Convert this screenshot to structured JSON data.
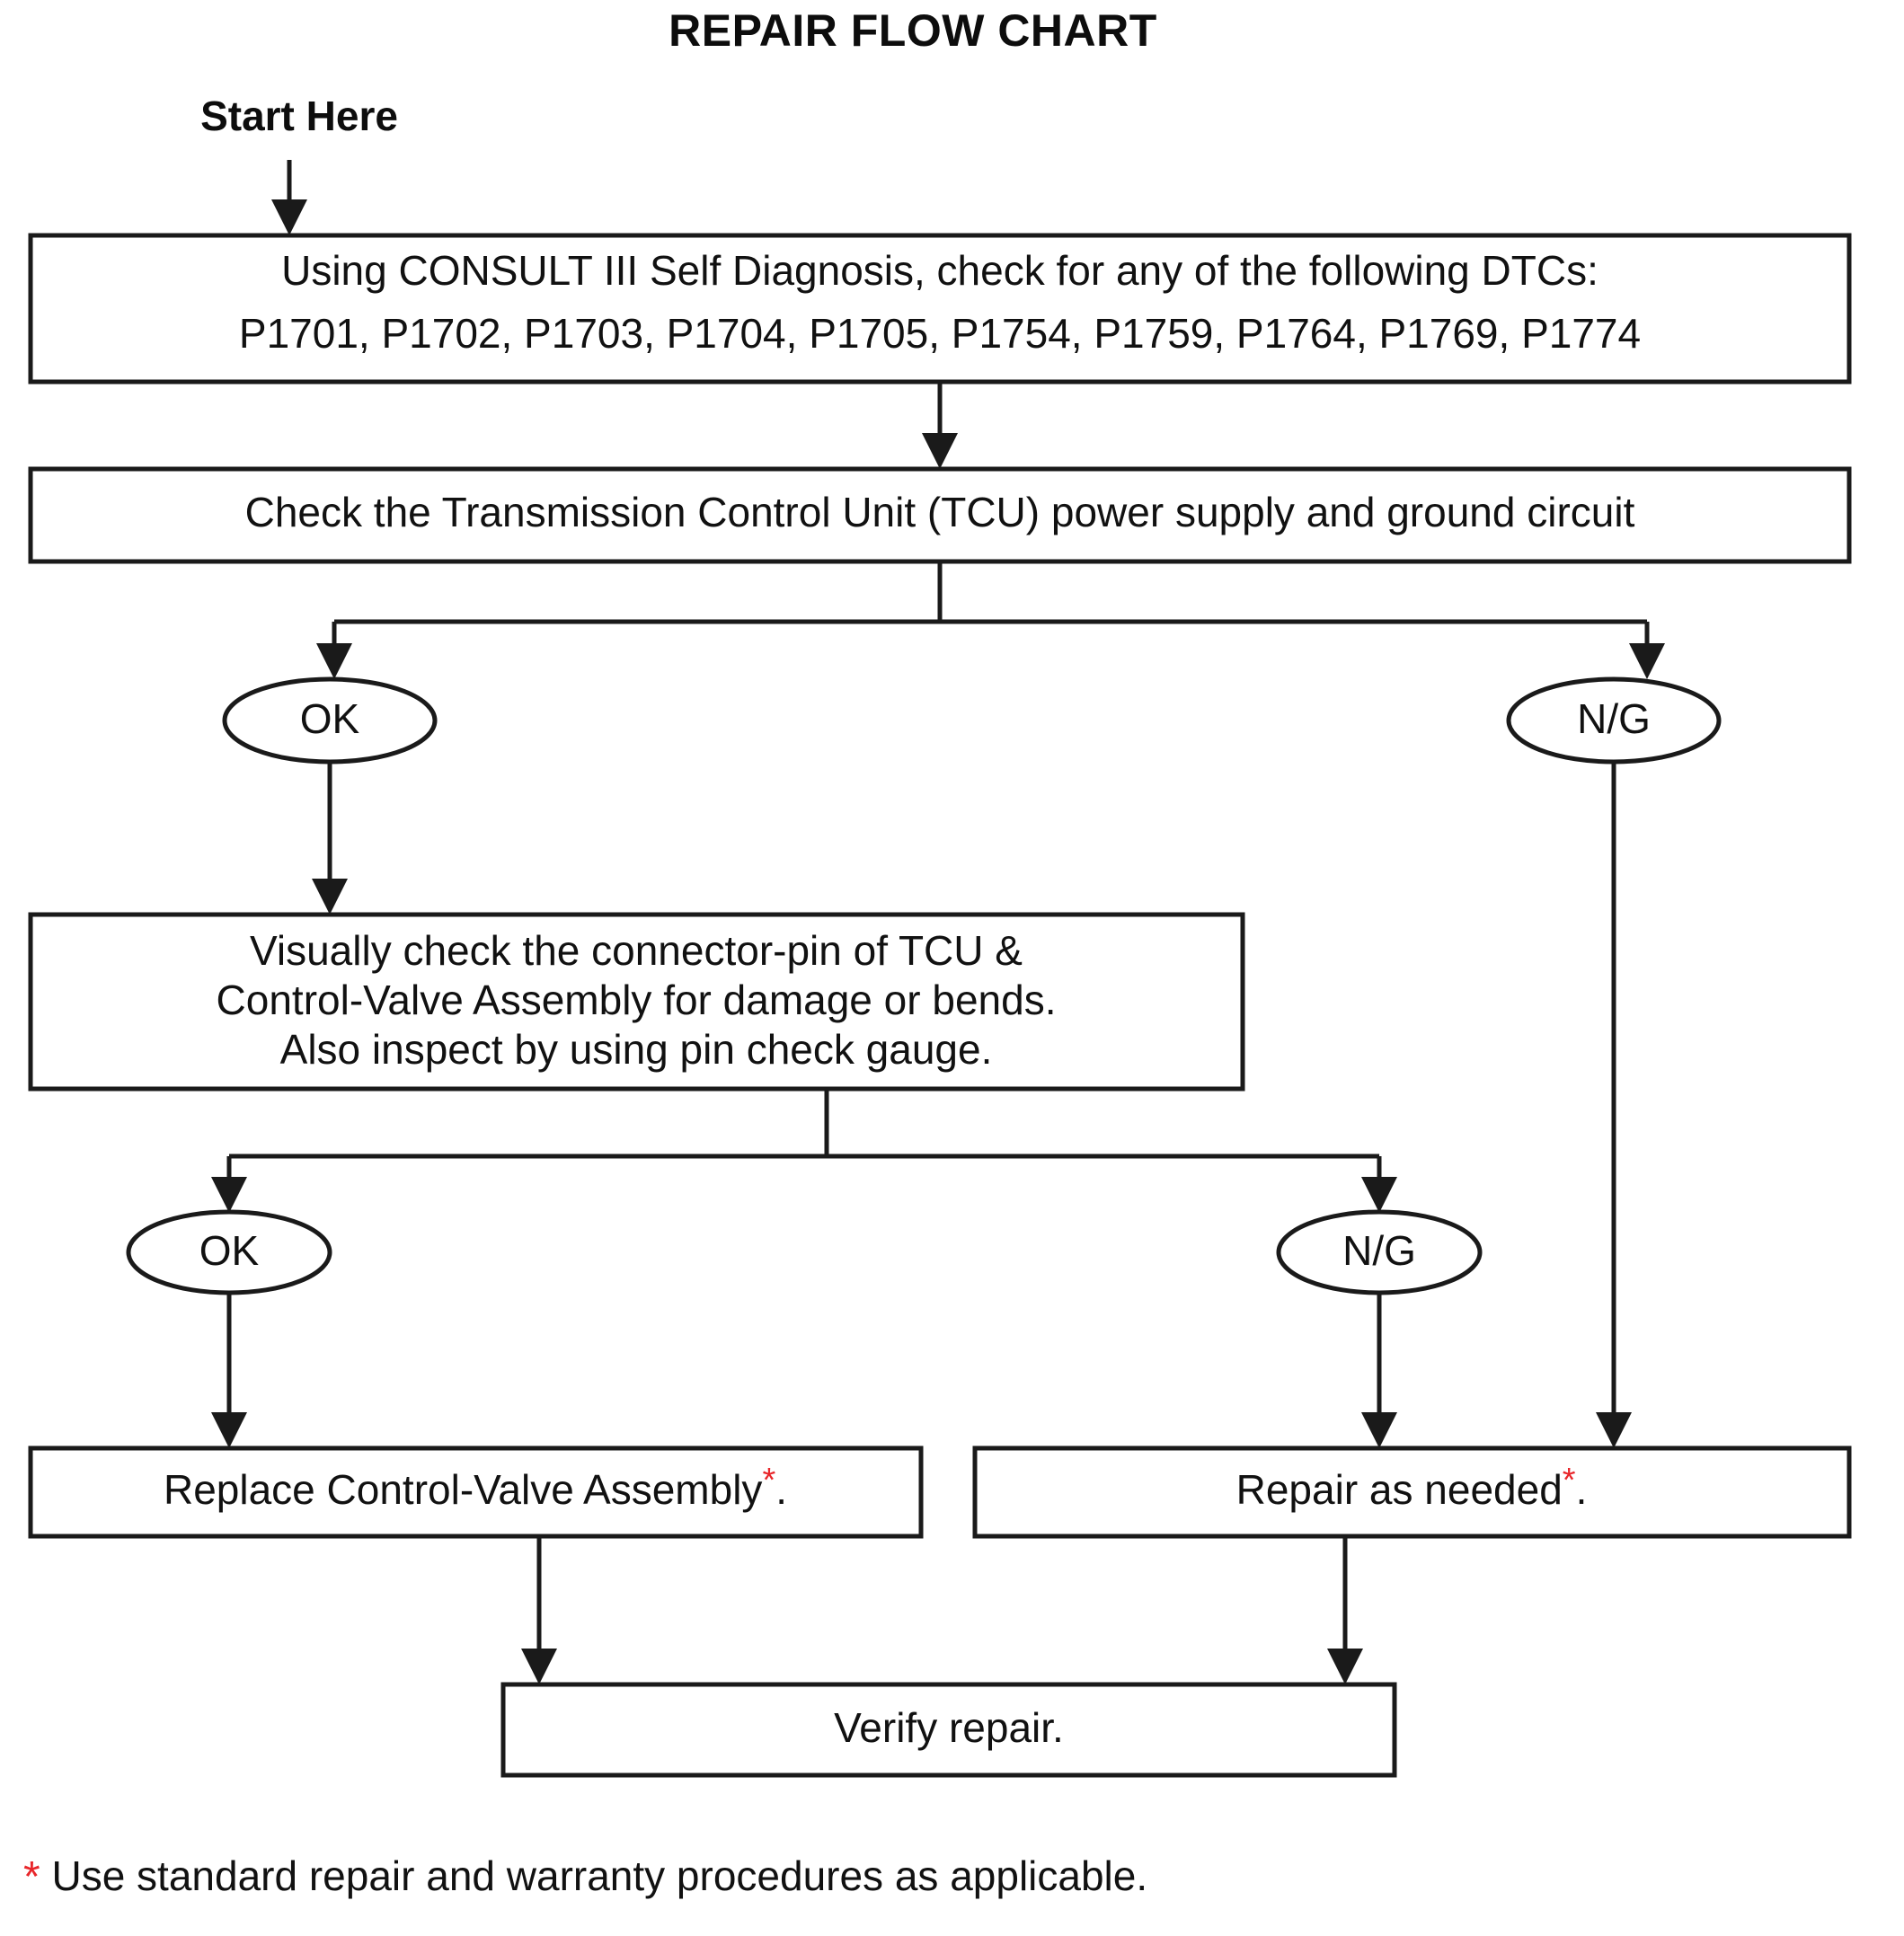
{
  "title": "REPAIR FLOW CHART",
  "start_label": "Start Here",
  "accent_color": "#e8262a",
  "line_color": "#1a1a1a",
  "background": "#ffffff",
  "nodes": {
    "dtc_check": {
      "line1": "Using CONSULT III Self Diagnosis, check for any of the following DTCs:",
      "line2": "P1701, P1702, P1703, P1704, P1705, P1754, P1759, P1764, P1769, P1774"
    },
    "tcu_power": {
      "line1": "Check the Transmission Control Unit (TCU) power supply and ground circuit"
    },
    "visual_check": {
      "line1": "Visually check the connector-pin of TCU &",
      "line2": "Control-Valve Assembly for damage or bends.",
      "line3": "Also inspect by using pin check gauge."
    },
    "replace_valve": {
      "text": "Replace Control-Valve Assembly",
      "asterisk": "*",
      "suffix": "."
    },
    "repair_needed": {
      "text": "Repair as needed",
      "asterisk": "*",
      "suffix": "."
    },
    "verify_repair": {
      "text": "Verify repair."
    }
  },
  "decisions": {
    "power_ok": "OK",
    "power_ng": "N/G",
    "visual_ok": "OK",
    "visual_ng": "N/G"
  },
  "footnote": {
    "asterisk": "*",
    "text": "Use standard repair and warranty procedures as applicable."
  },
  "chart_data": {
    "type": "diagram",
    "diagram_kind": "flowchart",
    "title": "REPAIR FLOW CHART",
    "steps": [
      {
        "id": "start",
        "shape": "label",
        "text": "Start Here"
      },
      {
        "id": "dtc_check",
        "shape": "process",
        "text": "Using CONSULT III Self Diagnosis, check for any of the following DTCs: P1701, P1702, P1703, P1704, P1705, P1754, P1759, P1764, P1769, P1774"
      },
      {
        "id": "tcu_power",
        "shape": "process",
        "text": "Check the Transmission Control Unit (TCU) power supply and ground circuit"
      },
      {
        "id": "power_ok",
        "shape": "ellipse",
        "text": "OK"
      },
      {
        "id": "power_ng",
        "shape": "ellipse",
        "text": "N/G"
      },
      {
        "id": "visual_check",
        "shape": "process",
        "text": "Visually check the connector-pin of TCU & Control-Valve Assembly for damage or bends. Also inspect by using pin check gauge."
      },
      {
        "id": "visual_ok",
        "shape": "ellipse",
        "text": "OK"
      },
      {
        "id": "visual_ng",
        "shape": "ellipse",
        "text": "N/G"
      },
      {
        "id": "replace_valve",
        "shape": "process",
        "text": "Replace Control-Valve Assembly*."
      },
      {
        "id": "repair_needed",
        "shape": "process",
        "text": "Repair as needed*."
      },
      {
        "id": "verify_repair",
        "shape": "process",
        "text": "Verify repair."
      }
    ],
    "edges": [
      {
        "from": "start",
        "to": "dtc_check"
      },
      {
        "from": "dtc_check",
        "to": "tcu_power"
      },
      {
        "from": "tcu_power",
        "to": "power_ok"
      },
      {
        "from": "tcu_power",
        "to": "power_ng"
      },
      {
        "from": "power_ok",
        "to": "visual_check"
      },
      {
        "from": "power_ng",
        "to": "repair_needed"
      },
      {
        "from": "visual_check",
        "to": "visual_ok"
      },
      {
        "from": "visual_check",
        "to": "visual_ng"
      },
      {
        "from": "visual_ok",
        "to": "replace_valve"
      },
      {
        "from": "visual_ng",
        "to": "repair_needed"
      },
      {
        "from": "replace_valve",
        "to": "verify_repair"
      },
      {
        "from": "repair_needed",
        "to": "verify_repair"
      }
    ],
    "notes": [
      "* Use standard repair and warranty procedures as applicable."
    ]
  }
}
